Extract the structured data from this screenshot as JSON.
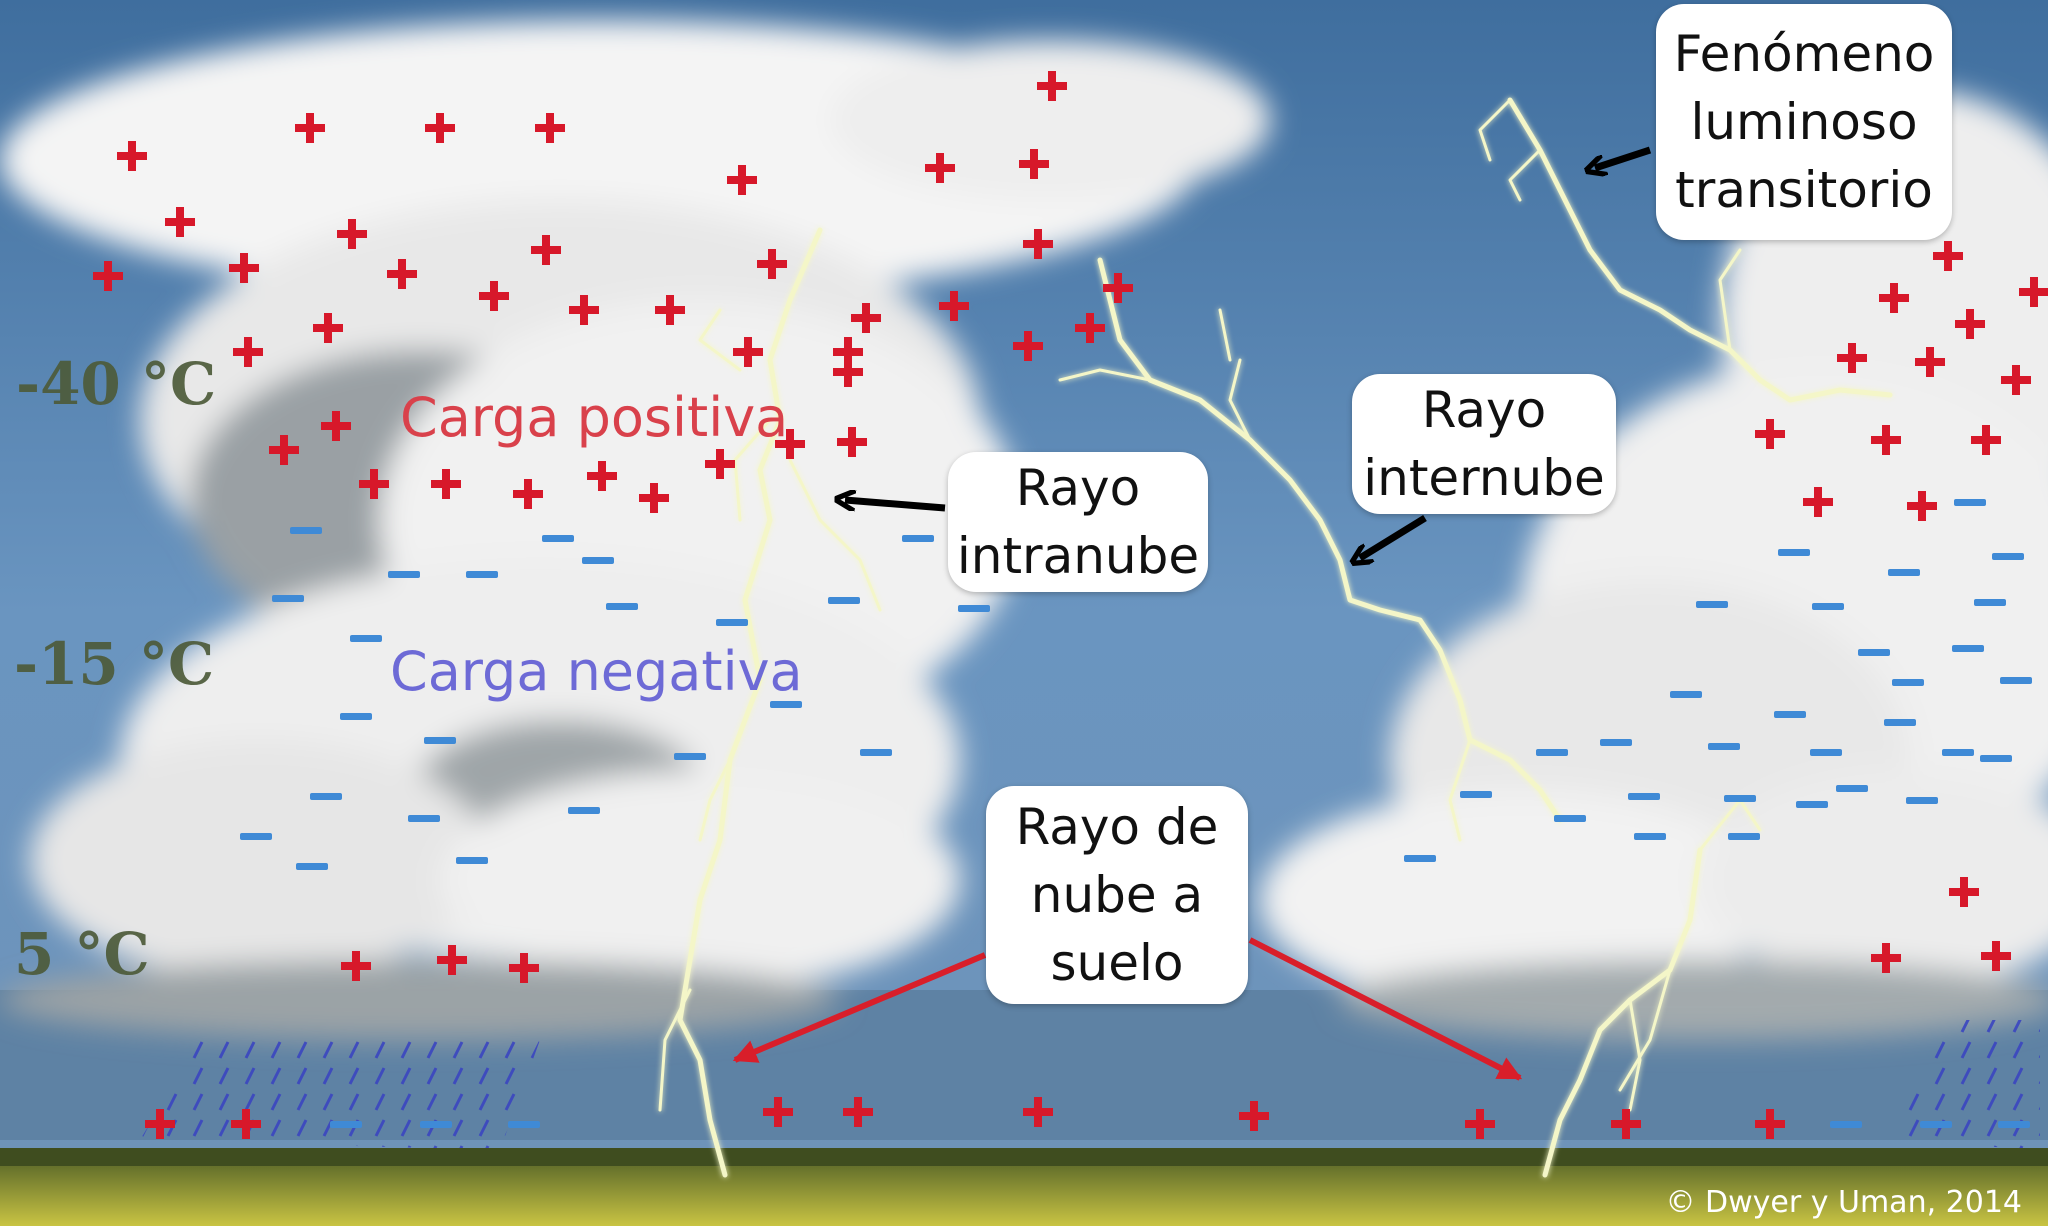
{
  "temperatures": [
    "-40 °C",
    "-15 °C",
    "5 °C"
  ],
  "charge_labels": {
    "positive": "Carga positiva",
    "negative": "Carga negativa"
  },
  "callouts": {
    "transient": "Fenómeno\nluminoso\ntransitorio",
    "intercloud": "Rayo\ninternube",
    "intracloud": "Rayo\nintranube",
    "cloud_to_ground": "Rayo de\nnube a\nsuelo"
  },
  "credit": "© Dwyer y Uman, 2014",
  "colors": {
    "sky": "#5d88b3",
    "positive": "#d7182a",
    "negative": "#3f8ad6",
    "positive_label": "#d9414b",
    "negative_label": "#6d6ad6",
    "arrow_red": "#d91e2a",
    "lightning": "#f4f6c8",
    "ground": "#c1be3c"
  }
}
